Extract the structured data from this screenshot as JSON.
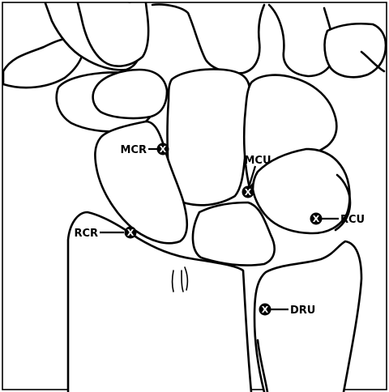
{
  "labels": {
    "mcr": "MCR",
    "mcu": "MCU",
    "rcr": "RCR",
    "rcu": "RCU",
    "dru": "DRU"
  },
  "marker_glyph": "X",
  "colors": {
    "ink": "#000000",
    "paper": "#ffffff"
  }
}
